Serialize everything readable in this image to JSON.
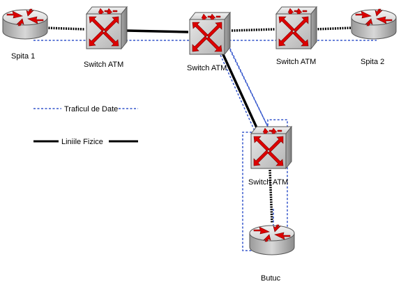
{
  "nodes": {
    "spita1": {
      "label": "Spita 1",
      "kind": "router-icon"
    },
    "switch1": {
      "label": "Switch ATM",
      "kind": "atm-switch-icon"
    },
    "switch2": {
      "label": "Switch ATM",
      "kind": "atm-switch-icon"
    },
    "switch3": {
      "label": "Switch ATM",
      "kind": "atm-switch-icon"
    },
    "switch4": {
      "label": "Switch ATM",
      "kind": "atm-switch-icon"
    },
    "spita2": {
      "label": "Spita 2",
      "kind": "router-icon"
    },
    "butuc": {
      "label": "Butuc",
      "kind": "router-icon"
    }
  },
  "legend": {
    "data_traffic": "Traficul de Date",
    "physical_lines": "Liniile Fizice"
  },
  "colors": {
    "data_traffic": "#3355cc",
    "physical_line": "#000000",
    "arrow": "#dd0000",
    "device_gray": "#c8c8c8",
    "device_dark": "#8a8a8a"
  }
}
